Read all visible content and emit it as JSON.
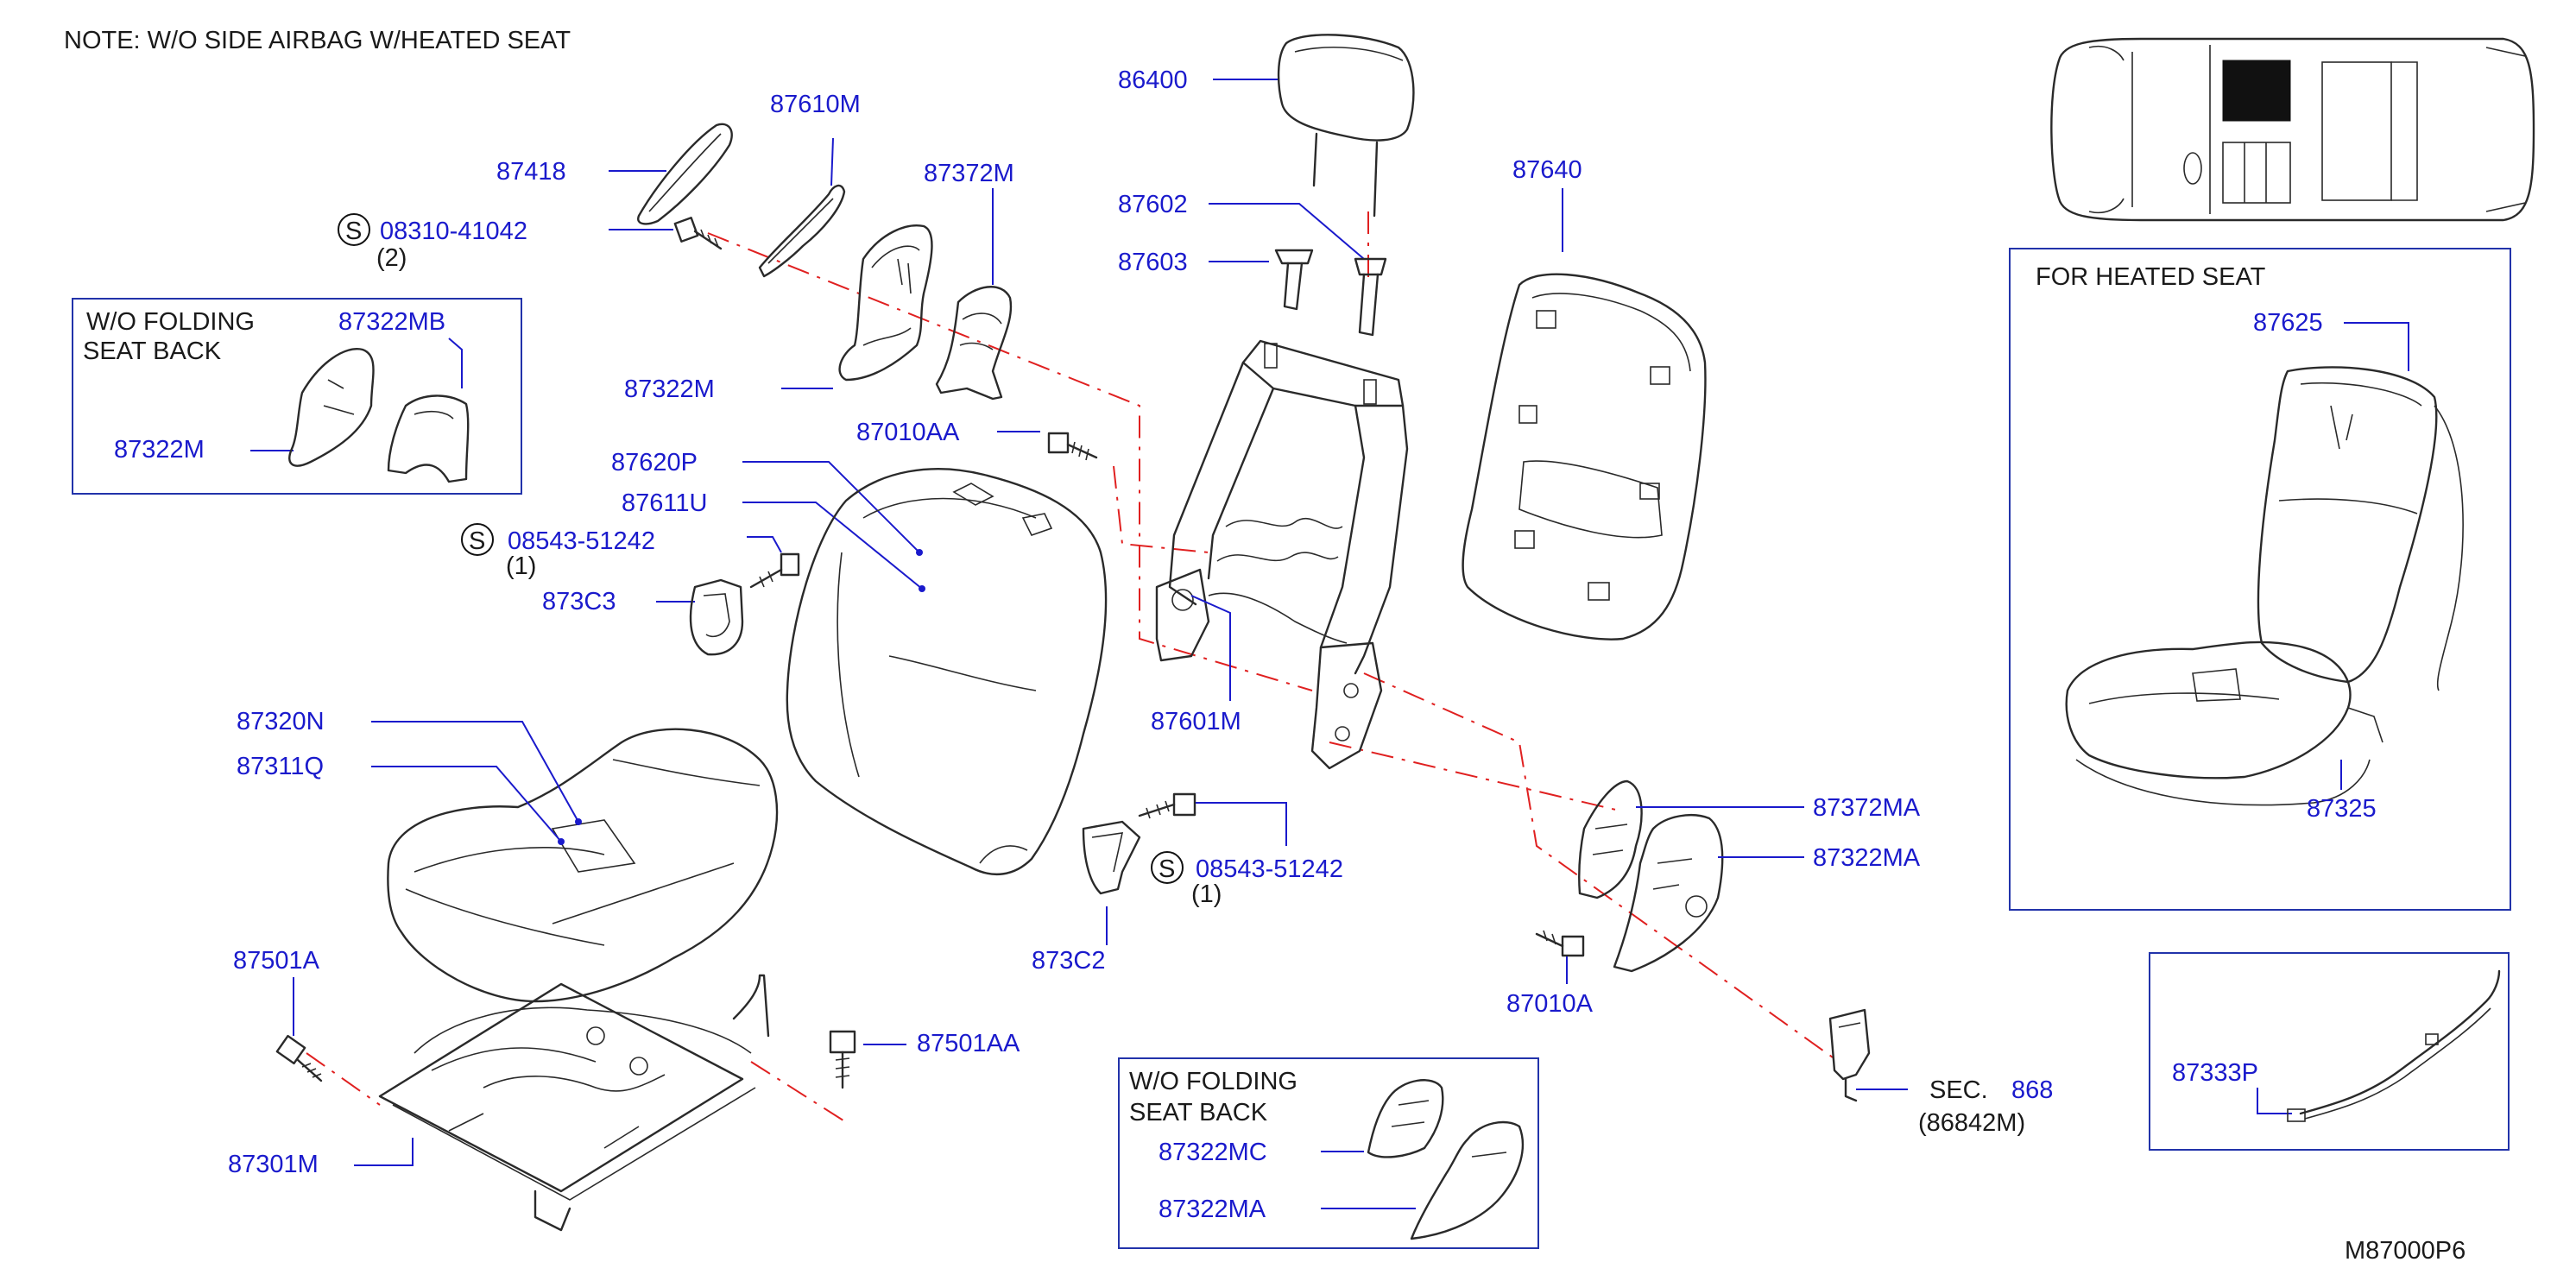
{
  "note": "NOTE:  W/O  SIDE  AIRBAG  W/HEATED  SEAT",
  "diagram_code": "M87000P6",
  "colors": {
    "part_number": "#1a1acc",
    "leader": "#1a1acc",
    "centerline": "#e02020",
    "box": "#2233aa",
    "drawing": "#2a2a2a"
  },
  "callouts": {
    "c87418": "87418",
    "c87610M": "87610M",
    "c08310_41042": "08310-41042",
    "c08310_qty": "(2)",
    "c87372M": "87372M",
    "c86400": "86400",
    "c87602": "87602",
    "c87603": "87603",
    "c87640": "87640",
    "c87322M": "87322M",
    "c87010AA": "87010AA",
    "c87620P": "87620P",
    "c87611U": "87611U",
    "c08543_a": "08543-51242",
    "c08543_a_qty": "(1)",
    "c873C3": "873C3",
    "c87601M": "87601M",
    "c87320N": "87320N",
    "c87311Q": "87311Q",
    "c87372MA": "87372MA",
    "c87322MA": "87322MA",
    "c08543_b": "08543-51242",
    "c08543_b_qty": "(1)",
    "c873C2": "873C2",
    "c87501A": "87501A",
    "c87501AA": "87501AA",
    "c87010A": "87010A",
    "c87301M": "87301M",
    "sec_label": "SEC.",
    "sec_number": "868",
    "sec_sub": "(86842M)"
  },
  "symbol_s": "S",
  "boxes": {
    "folding_left": {
      "line1": "W/O   FOLDING",
      "line2": "SEAT   BACK",
      "part_a": "87322MB",
      "part_b": "87322M"
    },
    "heated": {
      "title": "FOR   HEATED   SEAT",
      "part_a": "87625",
      "part_b": "87325"
    },
    "folding_bottom": {
      "line1": "W/O   FOLDING",
      "line2": "SEAT   BACK",
      "part_a": "87322MC",
      "part_b": "87322MA"
    },
    "harness": {
      "part_a": "87333P"
    }
  },
  "icons": [
    "vehicle-locator-icon",
    "bolt-icon",
    "screw-icon",
    "clip-icon",
    "seat-cushion-icon",
    "seat-back-icon",
    "headrest-icon",
    "seat-frame-icon",
    "seat-belt-buckle-icon",
    "wire-harness-icon"
  ]
}
